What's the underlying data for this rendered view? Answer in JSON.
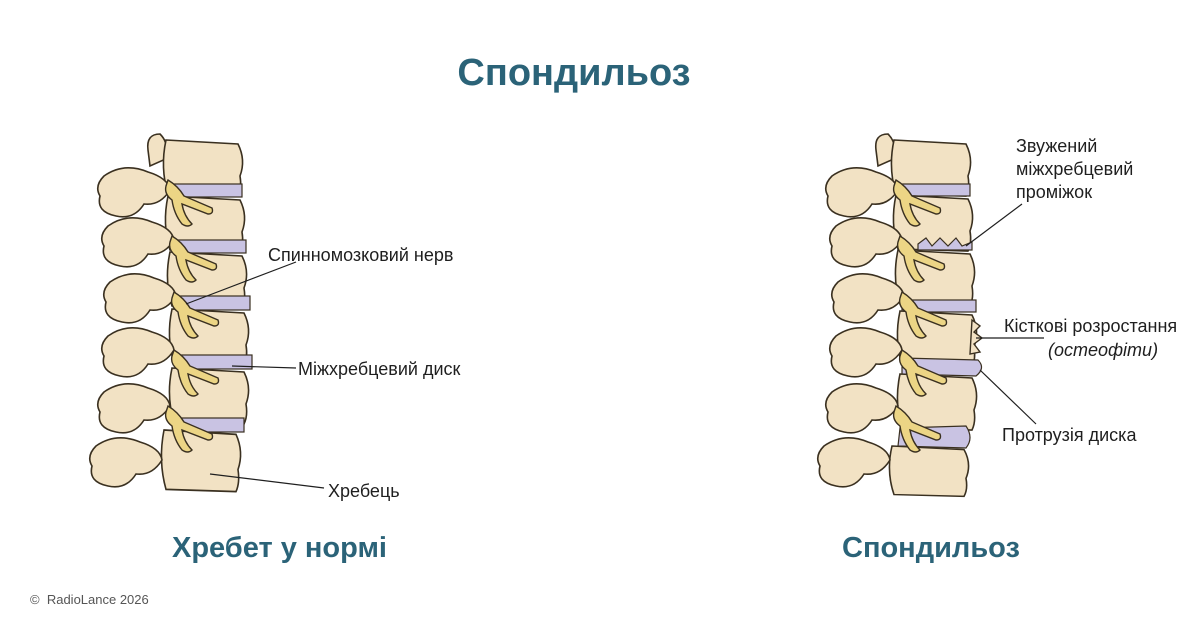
{
  "title": "Спондильоз",
  "captions": {
    "normal": "Хребет у нормі",
    "spondylosis": "Спондильоз"
  },
  "labels": {
    "spinal_nerve": "Спинномозковий нерв",
    "intervertebral_disc": "Міжхребцевий диск",
    "vertebra": "Хребець",
    "narrowed_line1": "Звужений",
    "narrowed_line2": "міжхребцевий",
    "narrowed_line3": "проміжок",
    "bone_growths": "Кісткові розростання",
    "osteophytes": "(остеофіти)",
    "disc_protrusion": "Протрузія диска"
  },
  "copyright": "RadioLance 2026",
  "copyright_symbol": "©",
  "colors": {
    "title": "#2b6378",
    "bone": "#f2e2c4",
    "bone_outline": "#3a3020",
    "disc": "#c9c3e3",
    "nerve": "#ecd585"
  }
}
